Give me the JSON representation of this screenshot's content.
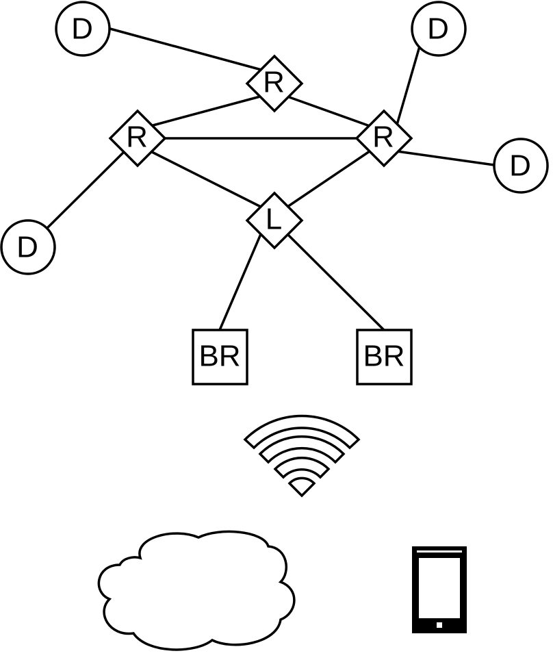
{
  "labels": {
    "device": "D",
    "router": "R",
    "leader": "L",
    "border_router": "BR"
  },
  "nodes": {
    "d_top_left": "D",
    "d_top_right": "D",
    "d_right": "D",
    "d_left": "D",
    "r_top": "R",
    "r_left": "R",
    "r_right": "R",
    "leader": "L",
    "br_left": "BR",
    "br_right": "BR"
  },
  "icons": {
    "wifi": "wifi-icon",
    "cloud": "cloud-icon",
    "phone": "smartphone-icon"
  },
  "colors": {
    "stroke": "#000000",
    "fill": "#ffffff"
  }
}
